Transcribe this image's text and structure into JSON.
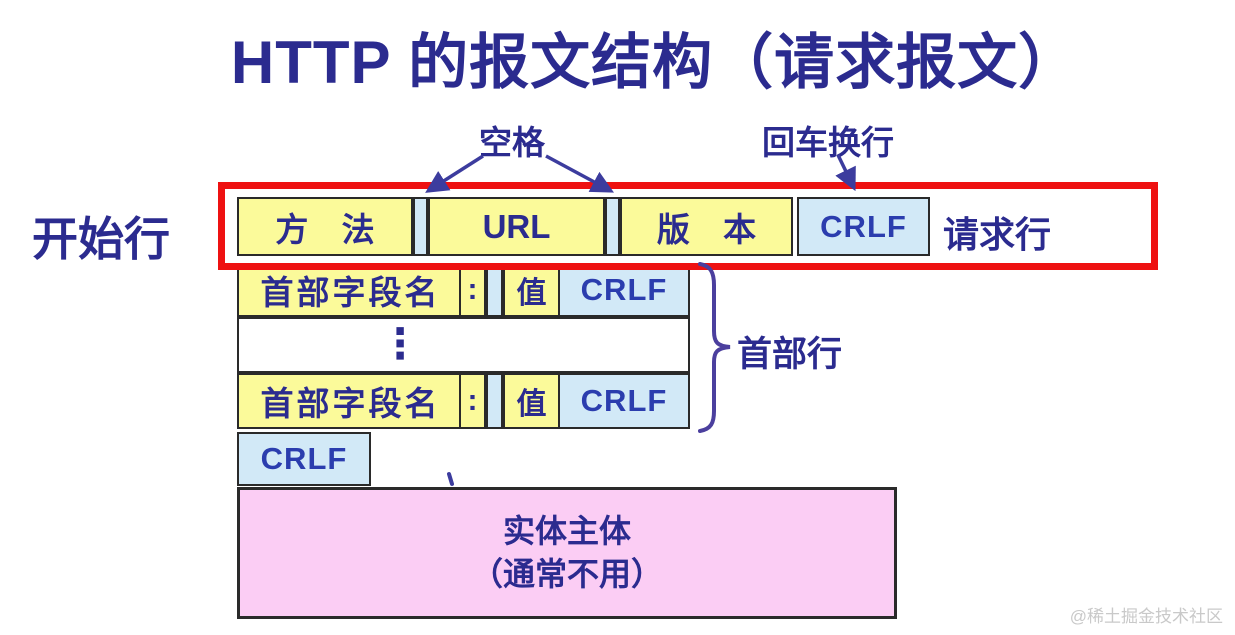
{
  "title": "HTTP 的报文结构（请求报文）",
  "annotations": {
    "start_line": "开始行",
    "space_label": "空格",
    "crlf_label": "回车换行",
    "request_line_label": "请求行",
    "header_lines_label": "首部行"
  },
  "request_row": {
    "method": "方 法",
    "url": "URL",
    "version": "版 本",
    "crlf": "CRLF"
  },
  "header_row": {
    "field_name": "首部字段名",
    "colon": ":",
    "value": "值",
    "crlf": "CRLF"
  },
  "ellipsis_symbol": "⋮",
  "blank_line_row": {
    "crlf": "CRLF"
  },
  "entity_body": {
    "line1": "实体主体",
    "line2": "（通常不用）"
  },
  "watermark": "@稀土掘金技术社区",
  "colors": {
    "field_yellow": "#fbfa9a",
    "crlf_blue": "#d2e9f7",
    "entity_pink": "#fbcdf4",
    "highlight_red": "#ee1111",
    "text_navy": "#2b2b8f",
    "border_black": "#2a2a2a",
    "watermark_gray": "#c9c9c9"
  }
}
